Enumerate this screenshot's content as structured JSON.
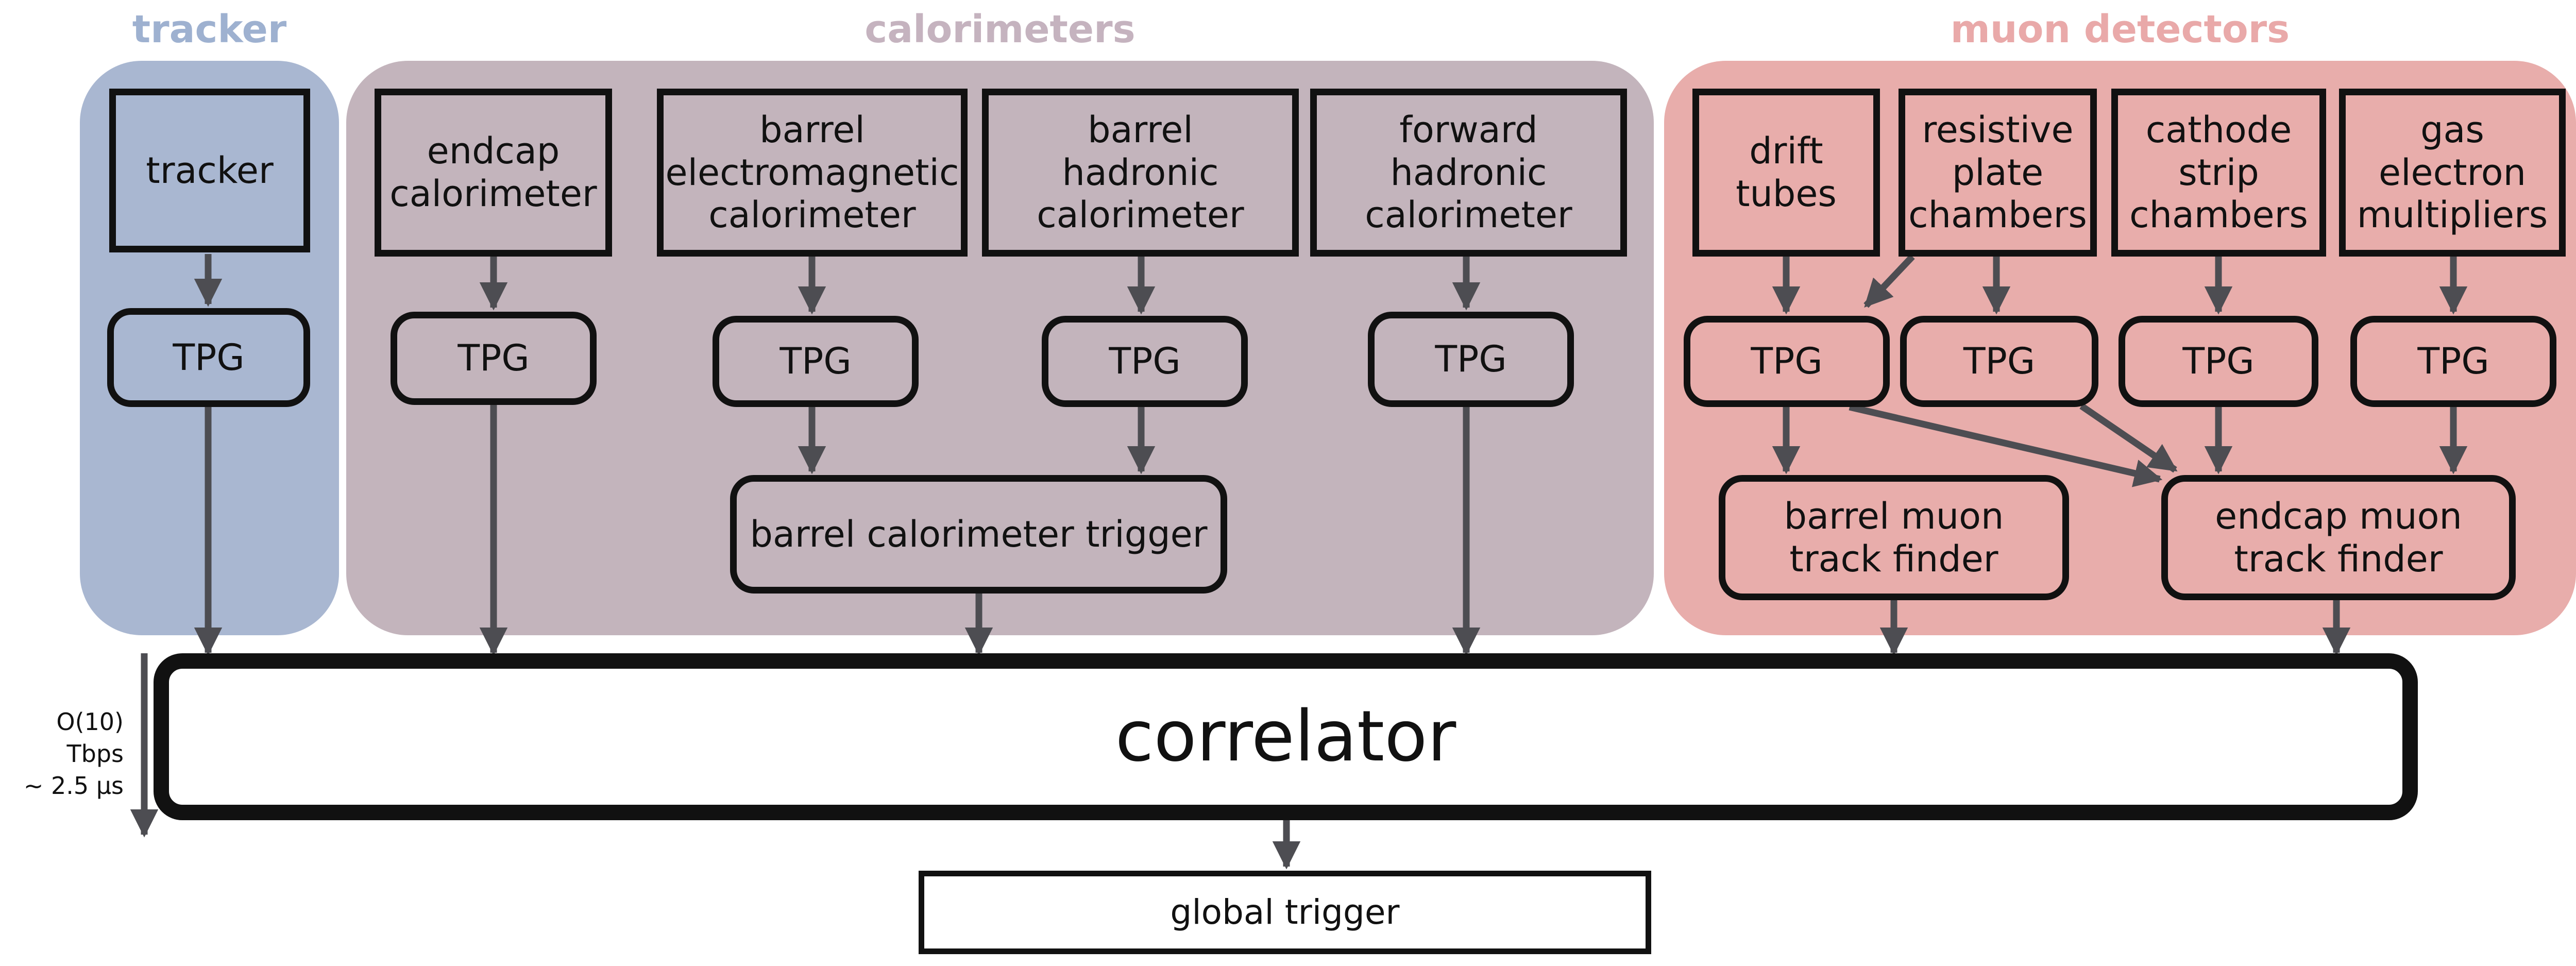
{
  "colors": {
    "tracker_fill": "#a9b7d1",
    "tracker_title": "#9eb1d0",
    "calorimeter_fill": "#c3b4bc",
    "calorimeter_title": "#c5b3bf",
    "muon_fill": "#e8adab",
    "muon_title": "#e9a9a9",
    "line": "#111111",
    "arrow": "#4d4d52"
  },
  "groups": {
    "tracker": {
      "title": "tracker"
    },
    "calorimeters": {
      "title": "calorimeters"
    },
    "muon": {
      "title": "muon detectors"
    }
  },
  "nodes": {
    "tracker": "tracker",
    "tracker_tpg": "TPG",
    "endcap_cal": "endcap\ncalorimeter",
    "endcap_cal_tpg": "TPG",
    "barrel_em": "barrel\nelectromagnetic\ncalorimeter",
    "barrel_em_tpg": "TPG",
    "barrel_had": "barrel\nhadronic\ncalorimeter",
    "barrel_had_tpg": "TPG",
    "forward_had": "forward\nhadronic\ncalorimeter",
    "forward_had_tpg": "TPG",
    "barrel_cal_trigger": "barrel calorimeter trigger",
    "drift_tubes": "drift\ntubes",
    "drift_tubes_tpg": "TPG",
    "rpc": "resistive\nplate\nchambers",
    "rpc_tpg": "TPG",
    "csc": "cathode\nstrip\nchambers",
    "csc_tpg": "TPG",
    "gem": "gas\nelectron\nmultipliers",
    "gem_tpg": "TPG",
    "barrel_muon_tf": "barrel muon\ntrack finder",
    "endcap_muon_tf": "endcap muon\ntrack finder",
    "correlator": "correlator",
    "global_trigger": "global trigger"
  },
  "side_label": "O(10) Tbps\n~ 2.5 μs"
}
